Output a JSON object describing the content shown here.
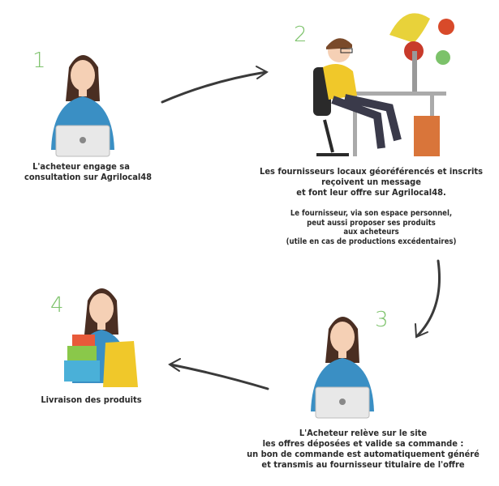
{
  "steps": [
    {
      "number": "1",
      "caption": [
        "L'acheteur engage sa",
        "consultation sur Agrilocal48"
      ]
    },
    {
      "number": "2",
      "caption": [
        "Les fournisseurs locaux géoréférencés et inscrits",
        "reçoivent un message",
        "et font leur offre sur Agrilocal48."
      ],
      "note": [
        "Le fournisseur, via son espace personnel,",
        "peut aussi proposer ses produits",
        "aux acheteurs",
        "(utile en cas de productions excédentaires)"
      ]
    },
    {
      "number": "3",
      "caption": [
        "L'Acheteur relève sur le site",
        "les offres déposées et valide sa commande :",
        "un bon de commande est automatiquement généré",
        "et transmis au fournisseur titulaire de l'offre"
      ]
    },
    {
      "number": "4",
      "caption": [
        "Livraison des produits"
      ]
    }
  ],
  "colors": {
    "step_number": "#7cc26a",
    "shirt": "#3a8fc4",
    "hair": "#4a2e22",
    "arrow": "#3a3a3a"
  }
}
